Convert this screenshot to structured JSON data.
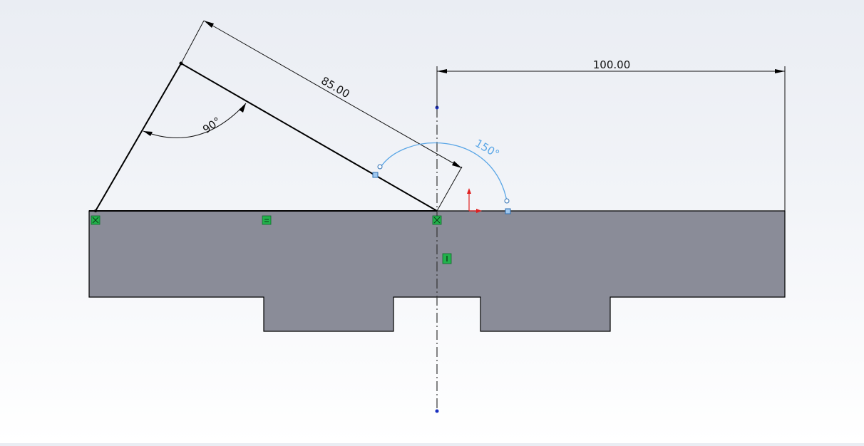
{
  "dimensions": {
    "horizontal_length": "100.00",
    "aligned_length": "85.00",
    "angle_between_lines": "90°",
    "preview_angle": "150°"
  },
  "colors": {
    "part_fill": "#8a8c98",
    "preview_blue": "#5aa6e6",
    "relation_green": "#22b24c",
    "origin_red": "#e02020",
    "point_blue": "#1a2fbf"
  },
  "relations": {
    "coincident": "coincident-relation-icon",
    "horizontal": "horizontal-relation-icon",
    "vertical": "vertical-relation-icon"
  }
}
